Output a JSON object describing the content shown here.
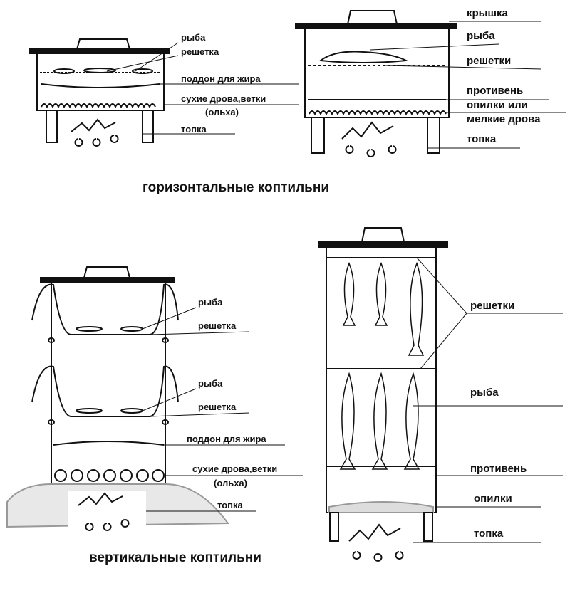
{
  "horizontal": {
    "title": "горизонтальные коптильни",
    "left": {
      "fish": "рыба",
      "grate": "решетка",
      "fat_tray": "поддон для жира",
      "wood": "сухие дрова,ветки",
      "wood_type": "(ольха)",
      "firebox": "топка"
    },
    "right": {
      "lid": "крышка",
      "fish": "рыба",
      "grates": "решетки",
      "tray": "противень",
      "sawdust": "опилки или",
      "small_wood": "мелкие дрова",
      "firebox": "топка"
    }
  },
  "vertical": {
    "title": "вертикальные коптильни",
    "left": {
      "fish_1": "рыба",
      "grate_1": "решетка",
      "fish_2": "рыба",
      "grate_2": "решетка",
      "fat_tray": "поддон для жира",
      "wood": "сухие дрова,ветки",
      "wood_type": "(ольха)",
      "firebox": "топка"
    },
    "right": {
      "grates": "решетки",
      "fish": "рыба",
      "tray": "противень",
      "sawdust": "опилки",
      "firebox": "топка"
    }
  }
}
